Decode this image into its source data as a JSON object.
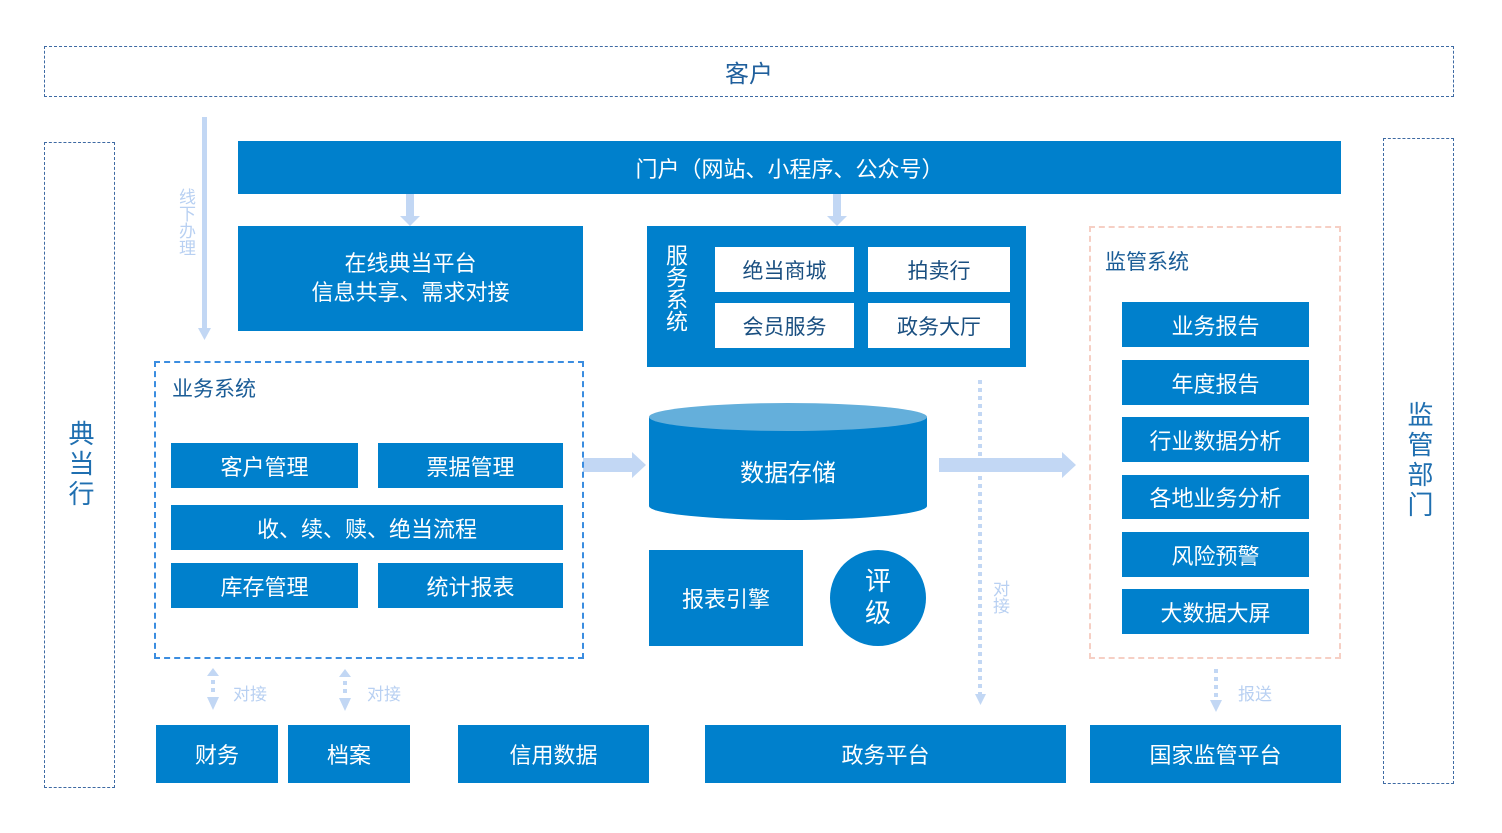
{
  "customer": {
    "label": "客户"
  },
  "pawnshop": {
    "label": "典当行"
  },
  "regulator_dept": {
    "label": "监管部门"
  },
  "offline_note": "线下办理",
  "portal": {
    "label": "门户（网站、小程序、公众号）"
  },
  "online_platform": {
    "line1": "在线典当平台",
    "line2": "信息共享、需求对接"
  },
  "service_system": {
    "title": "服务系统",
    "items": [
      "绝当商城",
      "拍卖行",
      "会员服务",
      "政务大厅"
    ]
  },
  "business_system": {
    "title": "业务系统",
    "items": [
      "客户管理",
      "票据管理",
      "收、续、赎、绝当流程",
      "库存管理",
      "统计报表"
    ]
  },
  "data_storage": {
    "label": "数据存储"
  },
  "report_engine": {
    "label": "报表引擎"
  },
  "rating": {
    "label": "评级"
  },
  "supervision_system": {
    "title": "监管系统",
    "items": [
      "业务报告",
      "年度报告",
      "行业数据分析",
      "各地业务分析",
      "风险预警",
      "大数据大屏"
    ]
  },
  "connectors": {
    "finance_link": "对接",
    "archive_link": "对接",
    "gov_link": "对接",
    "report_send": "报送"
  },
  "bottom": {
    "finance": "财务",
    "archive": "档案",
    "credit_data": "信用数据",
    "gov_platform": "政务平台",
    "national_platform": "国家监管平台"
  },
  "colors": {
    "primary_blue": "#0080cc",
    "arrow_light": "#c2d7f4",
    "dashed_dark": "#3e6aa3",
    "dashed_blue": "#3b8de0",
    "dashed_pink": "#f6cfc4",
    "cylinder_top": "#64afdb"
  }
}
